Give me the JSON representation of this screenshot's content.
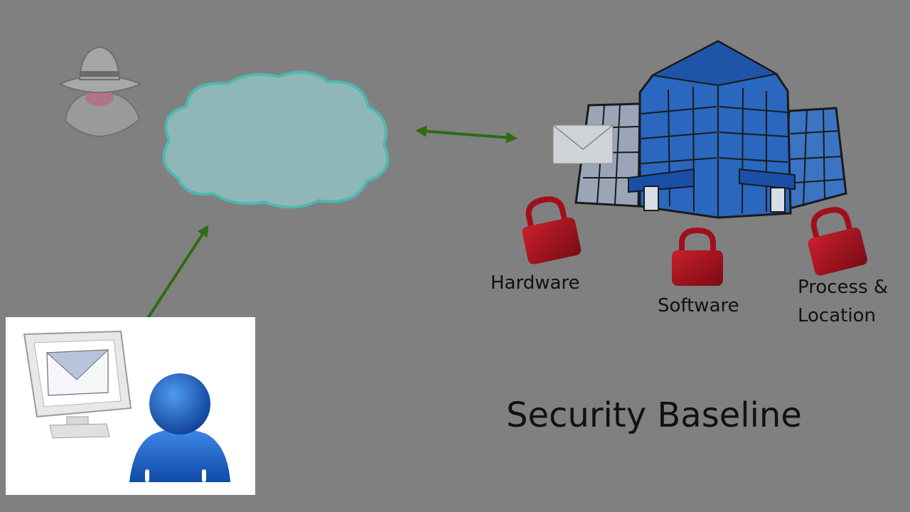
{
  "labels": {
    "hardware": "Hardware",
    "software": "Software",
    "process_line1": "Process &",
    "process_line2": "Location"
  },
  "title": "Security Baseline",
  "colors": {
    "background": "#808080",
    "cloud_fill": "#8fb7b8",
    "cloud_stroke": "#4fb8b0",
    "arrow": "#2e6b12",
    "lock": "#a0101c",
    "building_blue": "#1f5fb8",
    "person_blue": "#1d5fc0"
  },
  "icons": {
    "attacker": "spy-icon",
    "internet": "cloud-icon",
    "building": "office-building-icon",
    "lock": "padlock-icon",
    "computer": "computer-monitor-icon",
    "user": "person-icon"
  }
}
